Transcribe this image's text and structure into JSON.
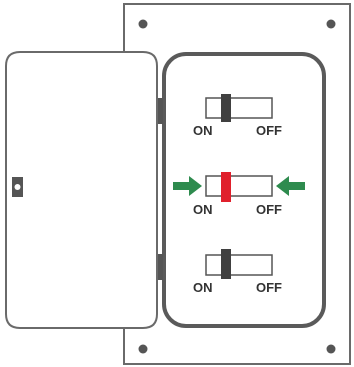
{
  "panel": {
    "breakers": [
      {
        "on_label": "ON",
        "off_label": "OFF",
        "state": "normal",
        "handle_color": "#404040"
      },
      {
        "on_label": "ON",
        "off_label": "OFF",
        "state": "tripped",
        "handle_color": "#e0202c",
        "indicator_arrows": true
      },
      {
        "on_label": "ON",
        "off_label": "OFF",
        "state": "normal",
        "handle_color": "#404040"
      }
    ],
    "screws": 4,
    "door": "open"
  },
  "colors": {
    "outline": "#606060",
    "arrow": "#2e8b4e",
    "tripped": "#e0202c",
    "handle": "#404040"
  }
}
